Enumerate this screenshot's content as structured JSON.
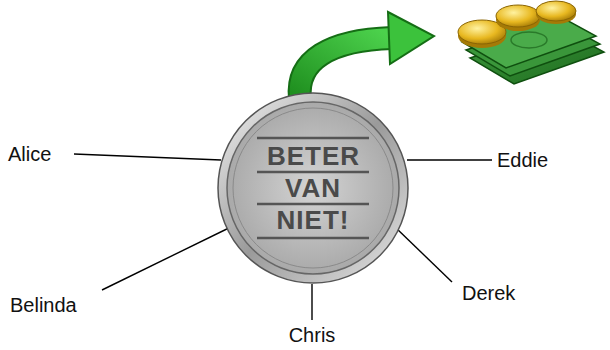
{
  "diagram": {
    "nodes": [
      {
        "text": [
          "BETER VAN NIET!"
        ]
      }
    ],
    "labels": [
      "Alice",
      "Belinda",
      "Chris",
      "Derek",
      "Eddie"
    ]
  }
}
